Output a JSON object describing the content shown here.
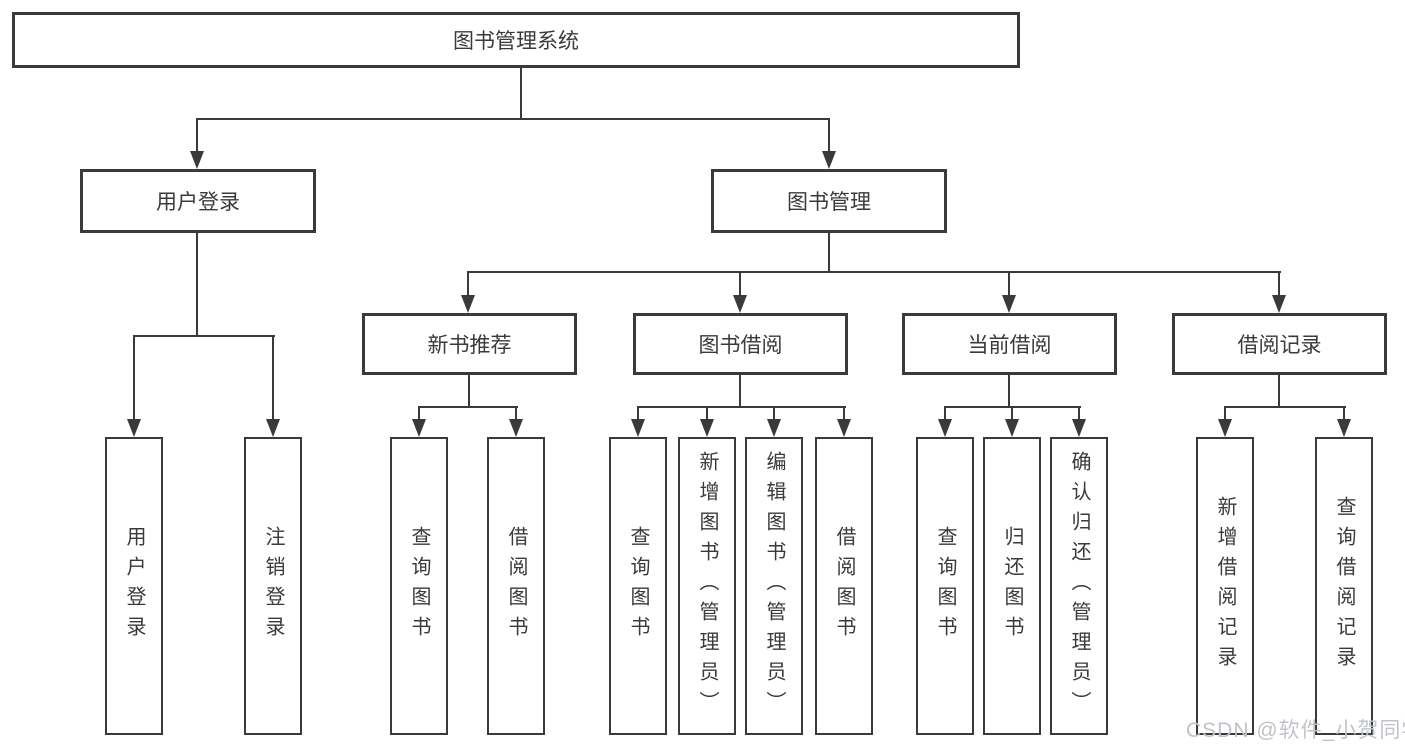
{
  "diagram": {
    "watermark": "CSDN @软件_小贺同学",
    "colors": {
      "line": "#3a3a3a",
      "text": "#3a3a3a",
      "watermark": "#c0c3c8",
      "background": "#ffffff"
    },
    "tree": {
      "root": {
        "label": "图书管理系统"
      },
      "branches": [
        {
          "label": "用户登录",
          "children": [
            {
              "label": "用户登录"
            },
            {
              "label": "注销登录"
            }
          ]
        },
        {
          "label": "图书管理",
          "children": [
            {
              "label": "新书推荐",
              "children": [
                {
                  "label": "查询图书"
                },
                {
                  "label": "借阅图书"
                }
              ]
            },
            {
              "label": "图书借阅",
              "children": [
                {
                  "label": "查询图书"
                },
                {
                  "label": "新增图书（管理员）"
                },
                {
                  "label": "编辑图书（管理员）"
                },
                {
                  "label": "借阅图书"
                }
              ]
            },
            {
              "label": "当前借阅",
              "children": [
                {
                  "label": "查询图书"
                },
                {
                  "label": "归还图书"
                },
                {
                  "label": "确认归还（管理员）"
                }
              ]
            },
            {
              "label": "借阅记录",
              "children": [
                {
                  "label": "新增借阅记录"
                },
                {
                  "label": "查询借阅记录"
                }
              ]
            }
          ]
        }
      ]
    }
  }
}
